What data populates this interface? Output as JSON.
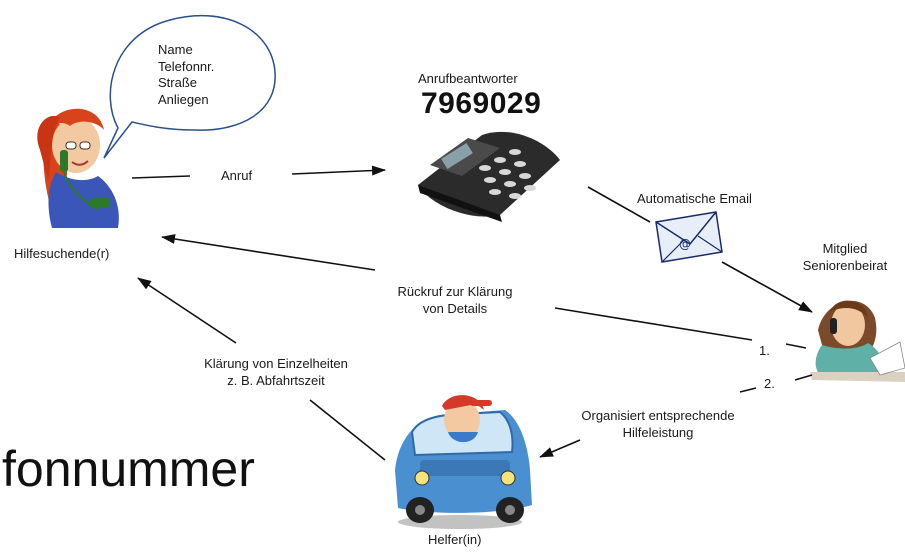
{
  "bubble": {
    "lines": [
      "Name",
      "Telefonnr.",
      "Straße",
      "Anliegen"
    ]
  },
  "nodes": {
    "seeker": {
      "label": "Hilfesuchende(r)"
    },
    "answering_machine": {
      "label": "Anrufbeantworter",
      "number": "7969029"
    },
    "member": {
      "label_line1": "Mitglied",
      "label_line2": "Seniorenbeirat"
    },
    "helper": {
      "label": "Helfer(in)"
    }
  },
  "edges": {
    "call": "Anruf",
    "auto_email": "Automatische Email",
    "callback_line1": "Rückruf zur Klärung",
    "callback_line2": "von Details",
    "clarify_line1": "Klärung von Einzelheiten",
    "clarify_line2": "z. B. Abfahrtszeit",
    "organize_line1": "Organisiert entsprechende",
    "organize_line2": "Hilfeleistung",
    "step1": "1.",
    "step2": "2."
  },
  "slide_fragment": "fonnummer",
  "colors": {
    "bubble_stroke": "#2a4f8a",
    "hair": "#d8431c",
    "shirt": "#3a56b8",
    "phone_body": "#2b2b2b",
    "envelope": "#e8eef8",
    "member_shirt": "#5fb0a6",
    "car_body": "#4a8fd0",
    "helper_cap": "#d43a2a"
  },
  "icons": [
    "woman-on-phone-icon",
    "answering-machine-icon",
    "envelope-icon",
    "member-on-phone-icon",
    "car-driver-icon"
  ]
}
